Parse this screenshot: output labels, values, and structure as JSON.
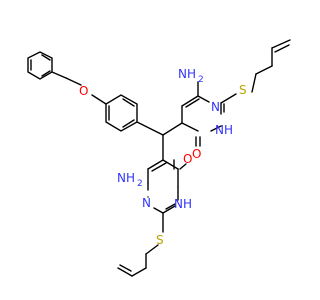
{
  "atoms": {
    "nh2_top": {
      "main": "NH",
      "sub": "2"
    },
    "n_ring1_right": "N",
    "s_top": "S",
    "nh_ring1": "NH",
    "o_ring1": "O",
    "o_ether": "O",
    "nh2_bottom": {
      "main": "NH",
      "sub": "2"
    },
    "o_ring2": "O",
    "n_ring2_left": "N",
    "nh_ring2": "NH",
    "s_bottom": "S"
  },
  "colors": {
    "bond": "#000000",
    "nitrogen": "#3333ff",
    "oxygen": "#ff0000",
    "sulfur": "#b8a400",
    "background": "#ffffff"
  }
}
